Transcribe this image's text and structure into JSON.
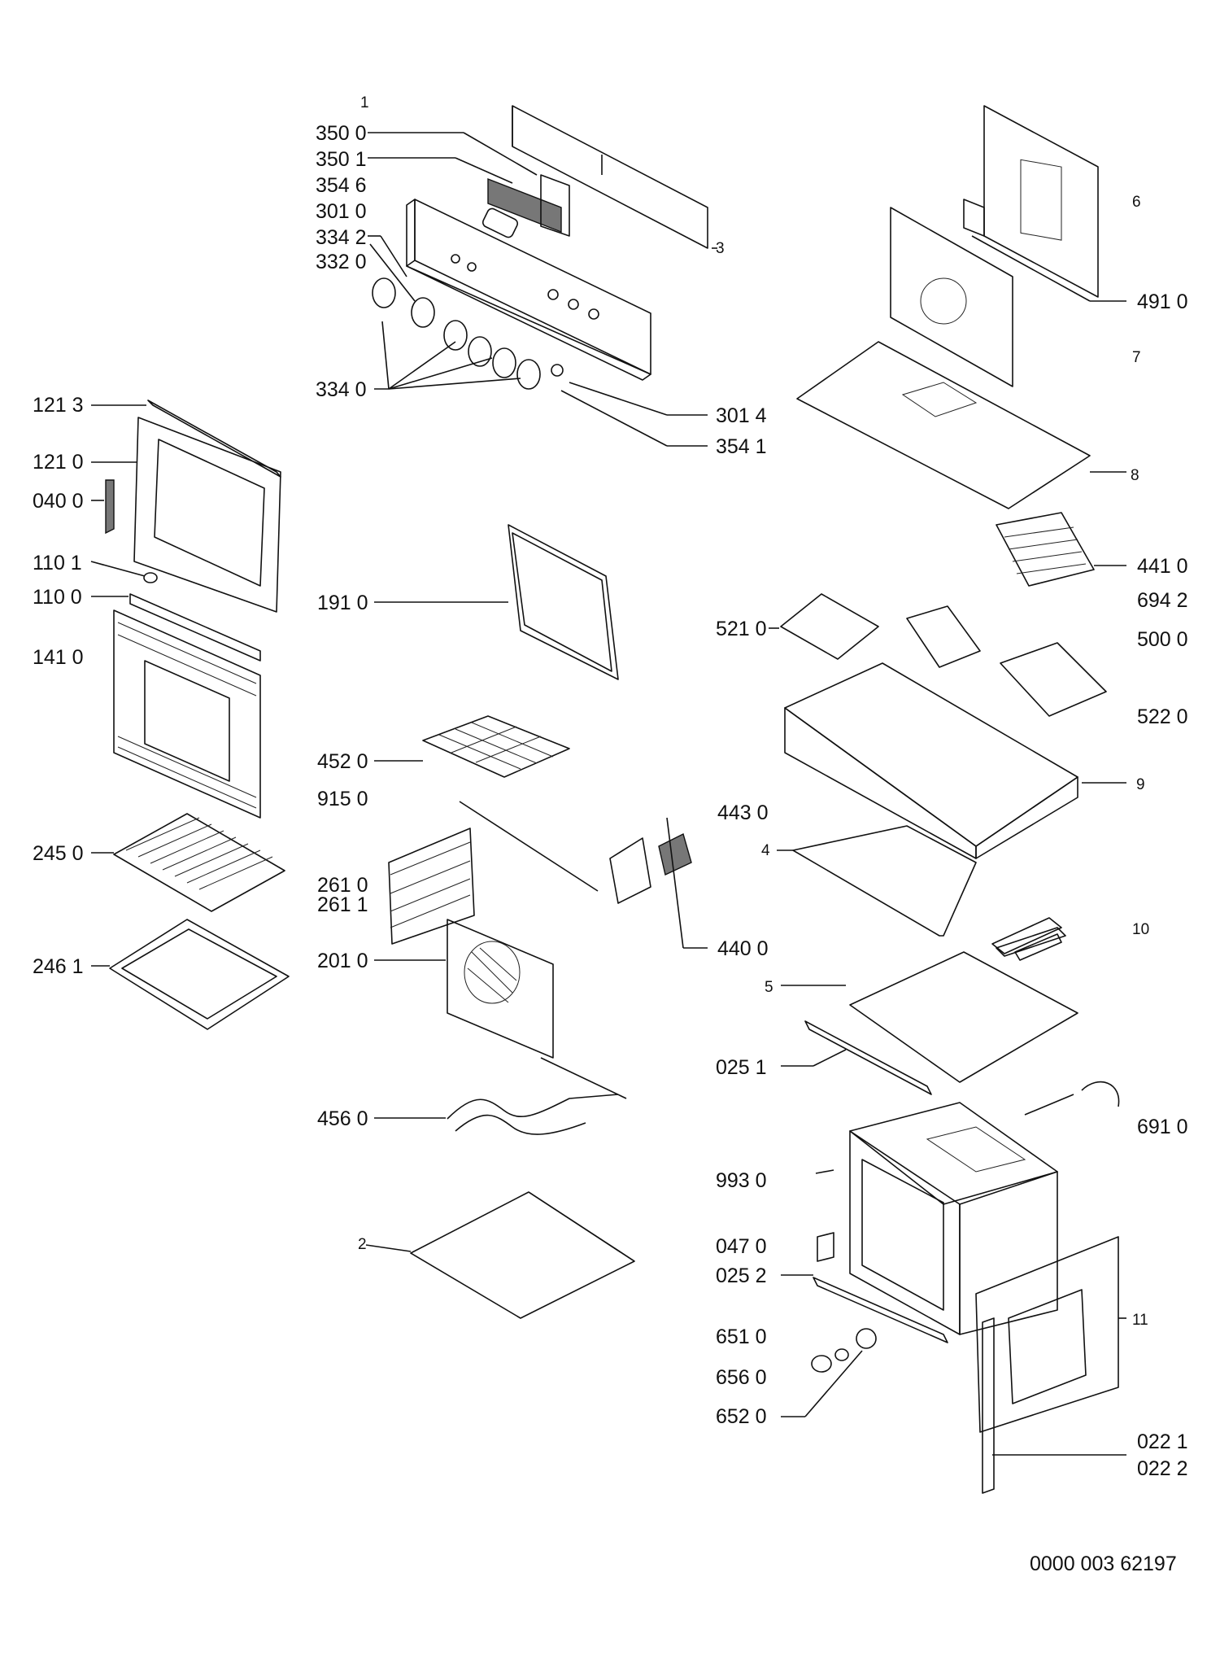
{
  "labels": {
    "l1": "1",
    "l2": "2",
    "l3": "3",
    "l4": "4",
    "l5": "5",
    "l6": "6",
    "l7": "7",
    "l8": "8",
    "l9": "9",
    "l10": "10",
    "l11": "11",
    "p3500": "350 0",
    "p3501": "350 1",
    "p3546": "354 6",
    "p3010": "301 0",
    "p3342": "334 2",
    "p3320": "332 0",
    "p3340": "334 0",
    "p3014": "301 4",
    "p3541": "354 1",
    "p1213": "121 3",
    "p1210": "121 0",
    "p0400": "040 0",
    "p1101": "110 1",
    "p1100": "110 0",
    "p1410": "141 0",
    "p2450": "245 0",
    "p2461": "246 1",
    "p1910": "191 0",
    "p4520": "452 0",
    "p9150": "915 0",
    "p2610": "261 0",
    "p2611": "261 1",
    "p2010": "201 0",
    "p4560": "456 0",
    "p4430": "443 0",
    "p4400": "440 0",
    "p4910": "491 0",
    "p4410": "441 0",
    "p6942": "694 2",
    "p5210": "521 0",
    "p5000": "500 0",
    "p5220": "522 0",
    "p0251": "025 1",
    "p6910": "691 0",
    "p9930": "993 0",
    "p0470": "047 0",
    "p0252": "025 2",
    "p6510": "651 0",
    "p6560": "656 0",
    "p6520": "652 0",
    "p0221": "022 1",
    "p0222": "022 2",
    "doc_number": "0000 003 62197"
  }
}
